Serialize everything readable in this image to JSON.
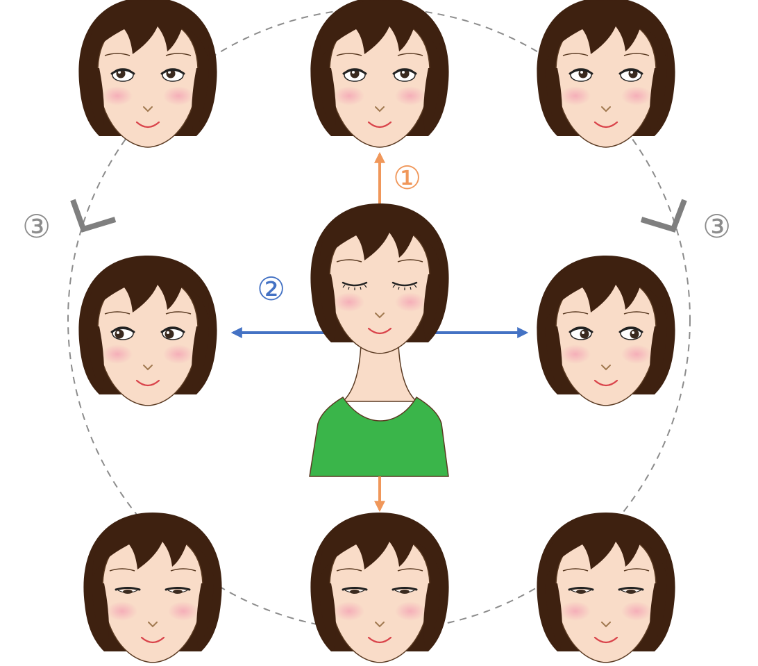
{
  "diagram": {
    "step_labels": {
      "step1": "①",
      "step2": "②",
      "step3_left": "③",
      "step3_right": "③"
    },
    "colors": {
      "step1_arrow": "#F0975A",
      "step2_arrow": "#4472C4",
      "step3_guide": "#7F7F7F",
      "circle_path": "#8C8C8C",
      "hair": "#3E2110",
      "skin": "#F9DCC8",
      "cheek": "#F4B6C2",
      "lips": "#D9434A",
      "nose": "#A0784F",
      "shirt": "#3AB54A",
      "outline": "#5A3A22"
    },
    "faces": [
      {
        "id": "top-left",
        "eye_state": "open",
        "gaze": "up-left"
      },
      {
        "id": "top",
        "eye_state": "open",
        "gaze": "up"
      },
      {
        "id": "top-right",
        "eye_state": "open",
        "gaze": "up-right"
      },
      {
        "id": "left",
        "eye_state": "open",
        "gaze": "left"
      },
      {
        "id": "right",
        "eye_state": "open",
        "gaze": "right"
      },
      {
        "id": "bottom-left",
        "eye_state": "lowered",
        "gaze": "down-left"
      },
      {
        "id": "bottom",
        "eye_state": "lowered",
        "gaze": "down"
      },
      {
        "id": "bottom-right",
        "eye_state": "lowered",
        "gaze": "down-right"
      },
      {
        "id": "center",
        "eye_state": "closed",
        "gaze": "none"
      }
    ]
  }
}
